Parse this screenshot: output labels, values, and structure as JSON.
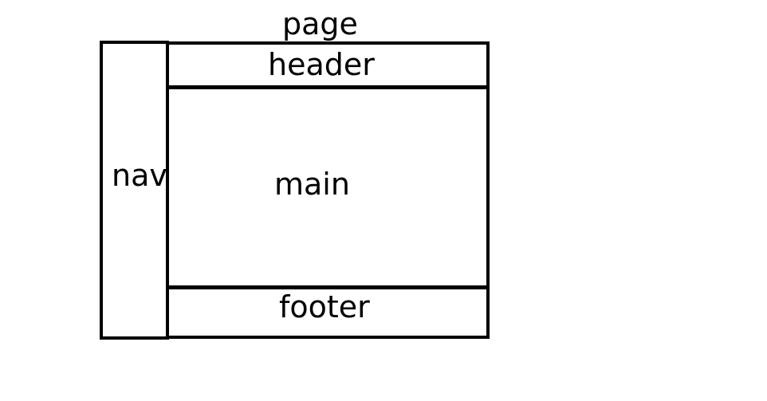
{
  "diagram": {
    "labels": {
      "page": "page",
      "header": "header",
      "nav": "nav",
      "main": "main",
      "footer": "footer"
    },
    "colors": {
      "stroke": "#000000",
      "background": "#ffffff",
      "text": "#000000"
    }
  }
}
